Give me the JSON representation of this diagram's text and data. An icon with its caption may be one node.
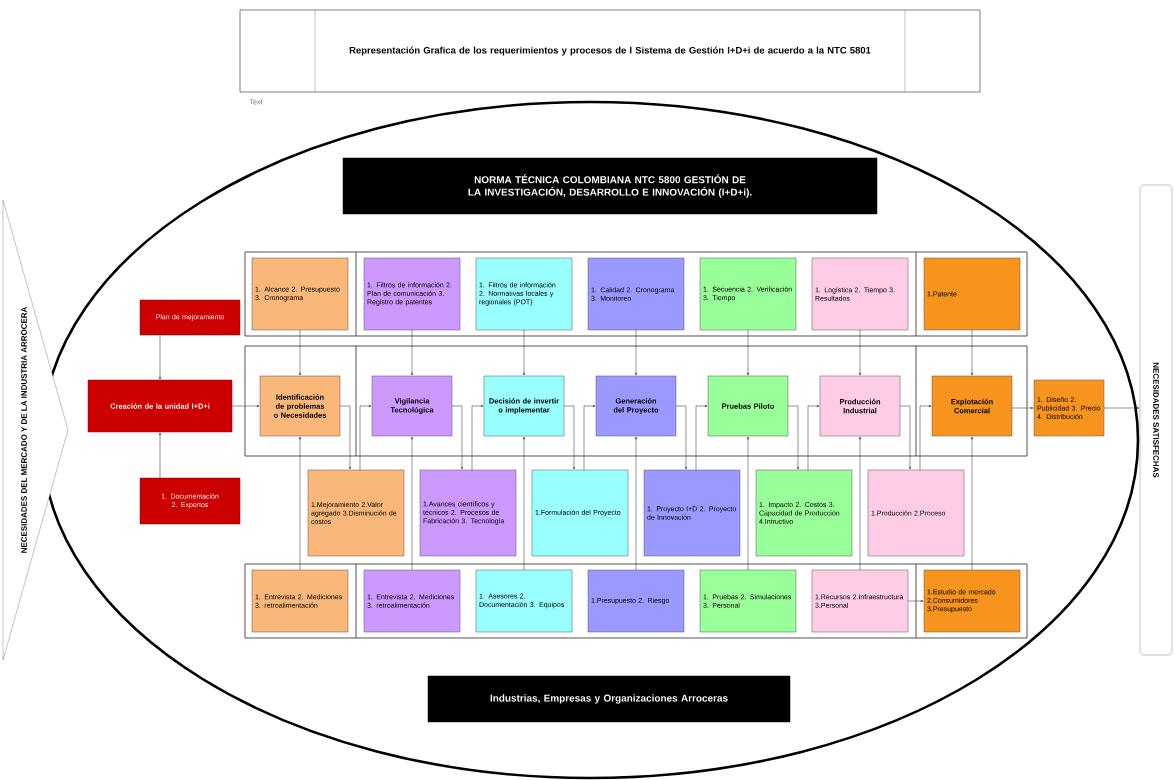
{
  "diagram": {
    "nodes": [
      {
        "text": [
          "Representación Grafica de los requerimientos y procesos de l Sistema de Gestión I+D+i de acuerdo a la NTC 5801"
        ]
      },
      {
        "text": [
          "NECESIDADES DEL MERCADO Y DE LA INDUSTRIA ARROCERA"
        ]
      },
      {
        "text": [
          "NECESIDADES SATISFECHAS"
        ]
      },
      {
        "text": [
          "NORMA TÉCNICA COLOMBIANA NTC 5800 GESTIÓN DE LA INVESTIGACIÓN, DESARROLLO E INNOVACIÓN (I+D+i)."
        ]
      },
      {
        "text": [
          "Industrias, Empresas y Organizaciones Arroceras"
        ]
      },
      {
        "text": [
          "Plan de mejoramiento"
        ]
      },
      {
        "text": [
          "Creación de la unidad I+D+i"
        ]
      },
      {
        "text": [
          "1. Documentación 2. Expertos"
        ]
      },
      {
        "text": [
          "1. Alcance 2. Presupuesto 3. Cronograma"
        ]
      },
      {
        "text": [
          "1. Filtros de información 2. Plan de comunicación 3. Registro de patentes"
        ]
      },
      {
        "text": [
          "1. Filtros de información 2. Normativas locales y regionales (POT)"
        ]
      },
      {
        "text": [
          "1. Calidad 2. Cronograma 3. Monitoreo"
        ]
      },
      {
        "text": [
          "1. Secuencia 2. Verificación 3. Tiempo"
        ]
      },
      {
        "text": [
          "1. Logística 2. Tiempo 3. Resultados"
        ]
      },
      {
        "text": [
          "1.Patente"
        ]
      },
      {
        "text": [
          "Identificación de problemas o Necesidades"
        ]
      },
      {
        "text": [
          "Vigilancia Tecnológica"
        ]
      },
      {
        "text": [
          "Decisión de invertir o implementar"
        ]
      },
      {
        "text": [
          "Generación del Proyecto"
        ]
      },
      {
        "text": [
          "Pruebas Piloto"
        ]
      },
      {
        "text": [
          "Producción Industrial"
        ]
      },
      {
        "text": [
          "Explotación Comercial"
        ]
      },
      {
        "text": [
          "1. Diseño 2. Publicidad 3. Precio 4. Distribución"
        ]
      },
      {
        "text": [
          "1.Mejoramiento 2.Valor agregado 3.Disminución de costos"
        ]
      },
      {
        "text": [
          "1.Avances científicos y técnicos 2. Procesos de Fabricación 3. Tecnología"
        ]
      },
      {
        "text": [
          "1.Formulación del Proyecto"
        ]
      },
      {
        "text": [
          "1. Proyecto I+D 2. Proyecto de Innovación"
        ]
      },
      {
        "text": [
          "1. Impacto 2. Costos 3. Capacidad de Producción 4.Intructivo"
        ]
      },
      {
        "text": [
          "1.Producción 2.Proceso"
        ]
      },
      {
        "text": [
          "1. Entrevista 2. Mediciones 3. retroalimentación"
        ]
      },
      {
        "text": [
          "1. Entrevista 2. Mediciones 3. retroalimentación"
        ]
      },
      {
        "text": [
          "1. Asesores 2. Documentación 3. Equipos"
        ]
      },
      {
        "text": [
          "1.Presupuesto 2. Riesgo"
        ]
      },
      {
        "text": [
          "1. Pruebas 2. Simulaciones 3. Personal"
        ]
      },
      {
        "text": [
          "1.Recursos 2.Infraestructura 3.Personal"
        ]
      },
      {
        "text": [
          "1.Estudio de mercado 2.Consumidores 3.Presupuesto"
        ]
      }
    ],
    "edges": [
      {
        "from": 5,
        "to": 6,
        "arrow": "to"
      },
      {
        "from": 7,
        "to": 6,
        "arrow": "to"
      },
      {
        "from": 6,
        "to": 15,
        "arrow": "to"
      },
      {
        "from": 8,
        "to": 15,
        "arrow": "to"
      },
      {
        "from": 9,
        "to": 16,
        "arrow": "to"
      },
      {
        "from": 10,
        "to": 17,
        "arrow": "to"
      },
      {
        "from": 11,
        "to": 18,
        "arrow": "to"
      },
      {
        "from": 12,
        "to": 19,
        "arrow": "to"
      },
      {
        "from": 13,
        "to": 20,
        "arrow": "to"
      },
      {
        "from": 14,
        "to": 21,
        "arrow": "to"
      },
      {
        "from": 29,
        "to": 15,
        "arrow": "to"
      },
      {
        "from": 30,
        "to": 16,
        "arrow": "to"
      },
      {
        "from": 31,
        "to": 17,
        "arrow": "to"
      },
      {
        "from": 32,
        "to": 18,
        "arrow": "to"
      },
      {
        "from": 33,
        "to": 19,
        "arrow": "to"
      },
      {
        "from": 34,
        "to": 20,
        "arrow": "to"
      },
      {
        "from": 35,
        "to": 21,
        "arrow": "to"
      },
      {
        "from": 15,
        "to": 23,
        "arrow": "to"
      },
      {
        "from": 23,
        "to": 16,
        "arrow": "to"
      },
      {
        "from": 16,
        "to": 24,
        "arrow": "to"
      },
      {
        "from": 24,
        "to": 17,
        "arrow": "to"
      },
      {
        "from": 17,
        "to": 25,
        "arrow": "to"
      },
      {
        "from": 25,
        "to": 18,
        "arrow": "to"
      },
      {
        "from": 18,
        "to": 26,
        "arrow": "to"
      },
      {
        "from": 26,
        "to": 19,
        "arrow": "to"
      },
      {
        "from": 19,
        "to": 27,
        "arrow": "to"
      },
      {
        "from": 27,
        "to": 20,
        "arrow": "to"
      },
      {
        "from": 20,
        "to": 28,
        "arrow": "to"
      },
      {
        "from": 28,
        "to": 21,
        "arrow": "to"
      },
      {
        "from": 21,
        "to": 22,
        "arrow": "to"
      },
      {
        "from": 22,
        "to": 2,
        "arrow": "to"
      },
      {
        "from": 34,
        "to": 35,
        "arrow": "to"
      }
    ],
    "labels": [
      "Text"
    ]
  }
}
